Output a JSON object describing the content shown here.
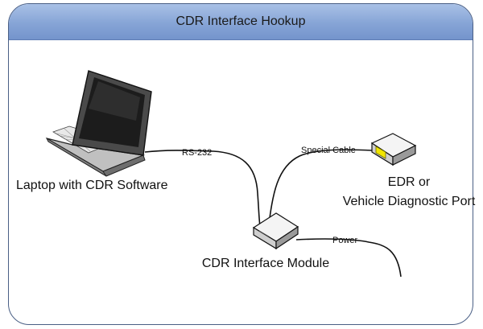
{
  "title": "CDR Interface Hookup",
  "nodes": {
    "laptop": {
      "label": "Laptop with CDR Software",
      "icon": "laptop-icon"
    },
    "edr": {
      "label_line1": "EDR or",
      "label_line2": "Vehicle Diagnostic Port",
      "icon": "diagnostic-port-icon"
    },
    "module": {
      "label": "CDR Interface Module",
      "icon": "interface-module-icon"
    }
  },
  "connections": {
    "rs232": "RS-232",
    "special_cable": "Special Cable",
    "power": "Power"
  },
  "colors": {
    "header_top": "#a9c1e6",
    "header_bottom": "#7494cc",
    "frame_border": "#4a5f85",
    "device_fill": "#d9d9d9",
    "port_accent": "#f2e600"
  }
}
